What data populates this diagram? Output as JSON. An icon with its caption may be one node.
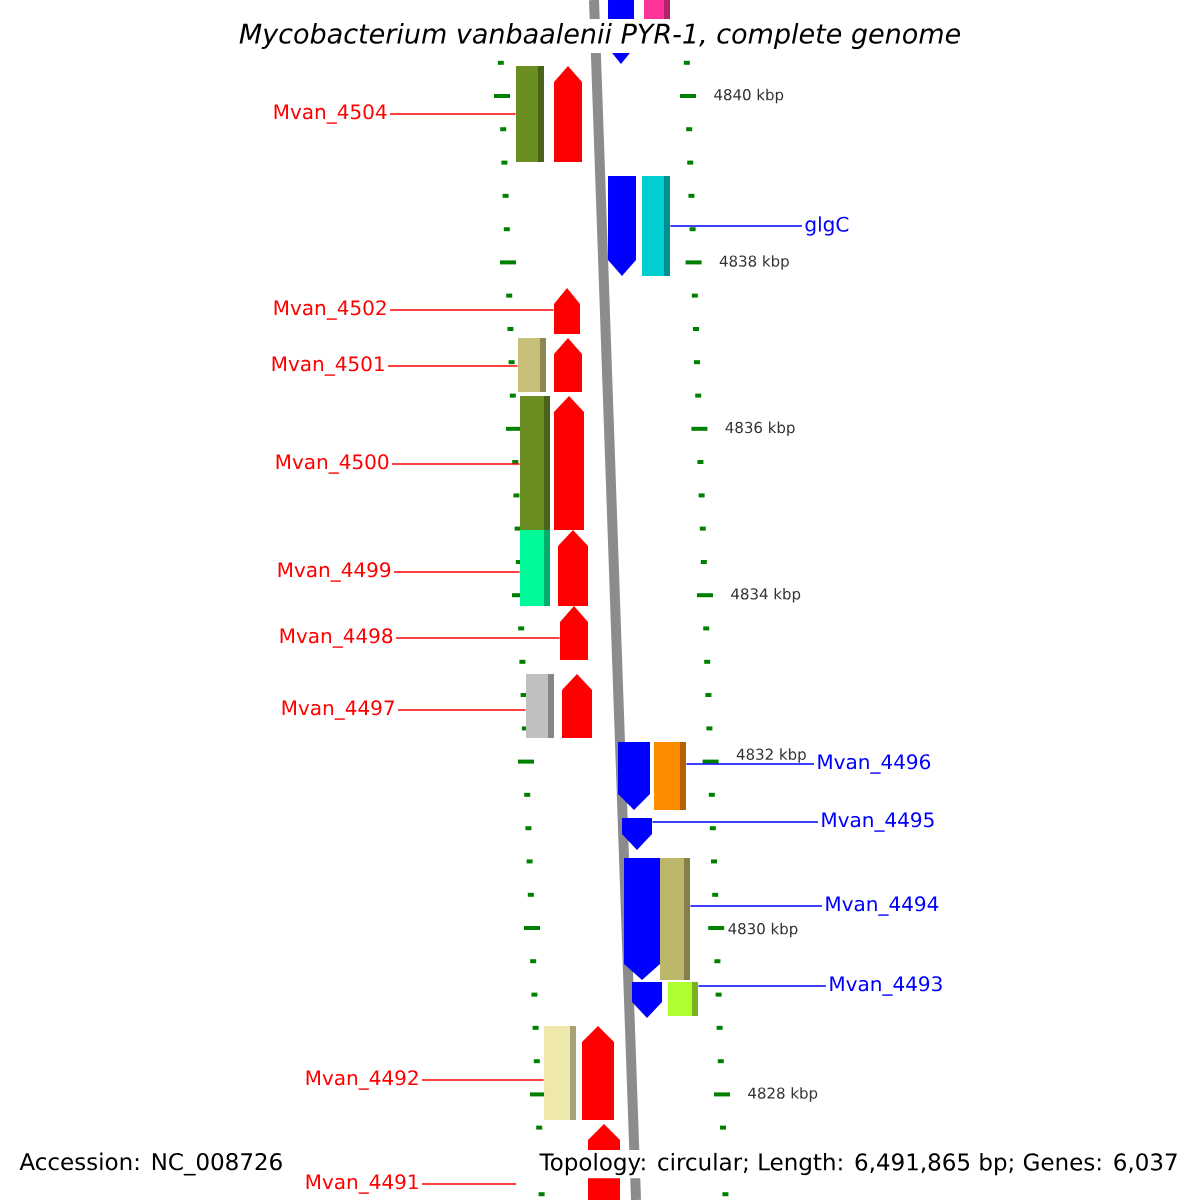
{
  "diagram": {
    "title": "Mycobacterium vanbaalenii PYR-1, complete genome",
    "nodes": [
      {
        "text": [
          "Mvan_4504"
        ]
      },
      {
        "text": [
          "Mvan_4502"
        ]
      },
      {
        "text": [
          "Mvan_4501"
        ]
      },
      {
        "text": [
          "Mvan_4500"
        ]
      },
      {
        "text": [
          "Mvan_4499"
        ]
      },
      {
        "text": [
          "Mvan_4498"
        ]
      },
      {
        "text": [
          "Mvan_4497"
        ]
      },
      {
        "text": [
          "Mvan_4492"
        ]
      },
      {
        "text": [
          "Mvan_4491"
        ]
      },
      {
        "text": [
          "glgC"
        ]
      },
      {
        "text": [
          "Mvan_4496"
        ]
      },
      {
        "text": [
          "Mvan_4495"
        ]
      },
      {
        "text": [
          "Mvan_4494"
        ]
      },
      {
        "text": [
          "Mvan_4493"
        ]
      },
      {
        "text": [],
        "shape": "box"
      },
      {
        "text": [],
        "shape": "pentagon"
      },
      {
        "text": [],
        "shape": "box"
      },
      {
        "text": [],
        "shape": "box"
      },
      {
        "text": [],
        "shape": "box"
      },
      {
        "text": [],
        "shape": "pentagon"
      },
      {
        "text": [],
        "shape": "box"
      },
      {
        "text": [],
        "shape": "box"
      },
      {
        "text": [],
        "shape": "box"
      },
      {
        "text": [],
        "shape": "box"
      },
      {
        "text": [],
        "shape": "pentagon"
      },
      {
        "text": [],
        "shape": "box"
      },
      {
        "text": [],
        "shape": "box"
      },
      {
        "text": [],
        "shape": "pentagon"
      },
      {
        "text": [],
        "shape": "box"
      },
      {
        "text": [],
        "shape": "pentagon"
      },
      {
        "text": [],
        "shape": "pentagon"
      },
      {
        "text": [],
        "shape": "pentagon"
      },
      {
        "text": [],
        "shape": "pentagon"
      },
      {
        "text": [],
        "shape": "pentagon"
      },
      {
        "text": [],
        "shape": "pentagon"
      },
      {
        "text": [],
        "shape": "pentagon"
      },
      {
        "text": [],
        "shape": "pentagon"
      },
      {
        "text": [],
        "shape": "pentagon"
      },
      {
        "text": [],
        "shape": "pentagon"
      },
      {
        "text": [],
        "shape": "pentagon"
      }
    ],
    "edges": [
      {
        "from": 0,
        "to": 14,
        "arrow": "none"
      },
      {
        "from": 1,
        "to": 15,
        "arrow": "none"
      },
      {
        "from": 2,
        "to": 16,
        "arrow": "none"
      },
      {
        "from": 3,
        "to": 17,
        "arrow": "none"
      },
      {
        "from": 4,
        "to": 18,
        "arrow": "none"
      },
      {
        "from": 5,
        "to": 19,
        "arrow": "none"
      },
      {
        "from": 6,
        "to": 20,
        "arrow": "none"
      },
      {
        "from": 7,
        "to": 21,
        "arrow": "none"
      },
      {
        "from": 8,
        "to": null,
        "arrow": "none"
      },
      {
        "from": 9,
        "to": 22,
        "arrow": "none",
        "color": "#0000ff"
      },
      {
        "from": 10,
        "to": 23,
        "arrow": "none",
        "color": "#0000ff"
      },
      {
        "from": 11,
        "to": 24,
        "arrow": "none",
        "color": "#0000ff"
      },
      {
        "from": 12,
        "to": 25,
        "arrow": "none",
        "color": "#0000ff"
      },
      {
        "from": 13,
        "to": 26,
        "arrow": "none",
        "color": "#0000ff"
      }
    ],
    "labels": [
      "4840 kbp",
      "4838 kbp",
      "4836 kbp",
      "4834 kbp",
      "4832 kbp",
      "4830 kbp",
      "4828 kbp",
      "Accession: NC_008726",
      "Topology: circular; Length: 6,491,865 bp; Genes: 6,037"
    ]
  }
}
